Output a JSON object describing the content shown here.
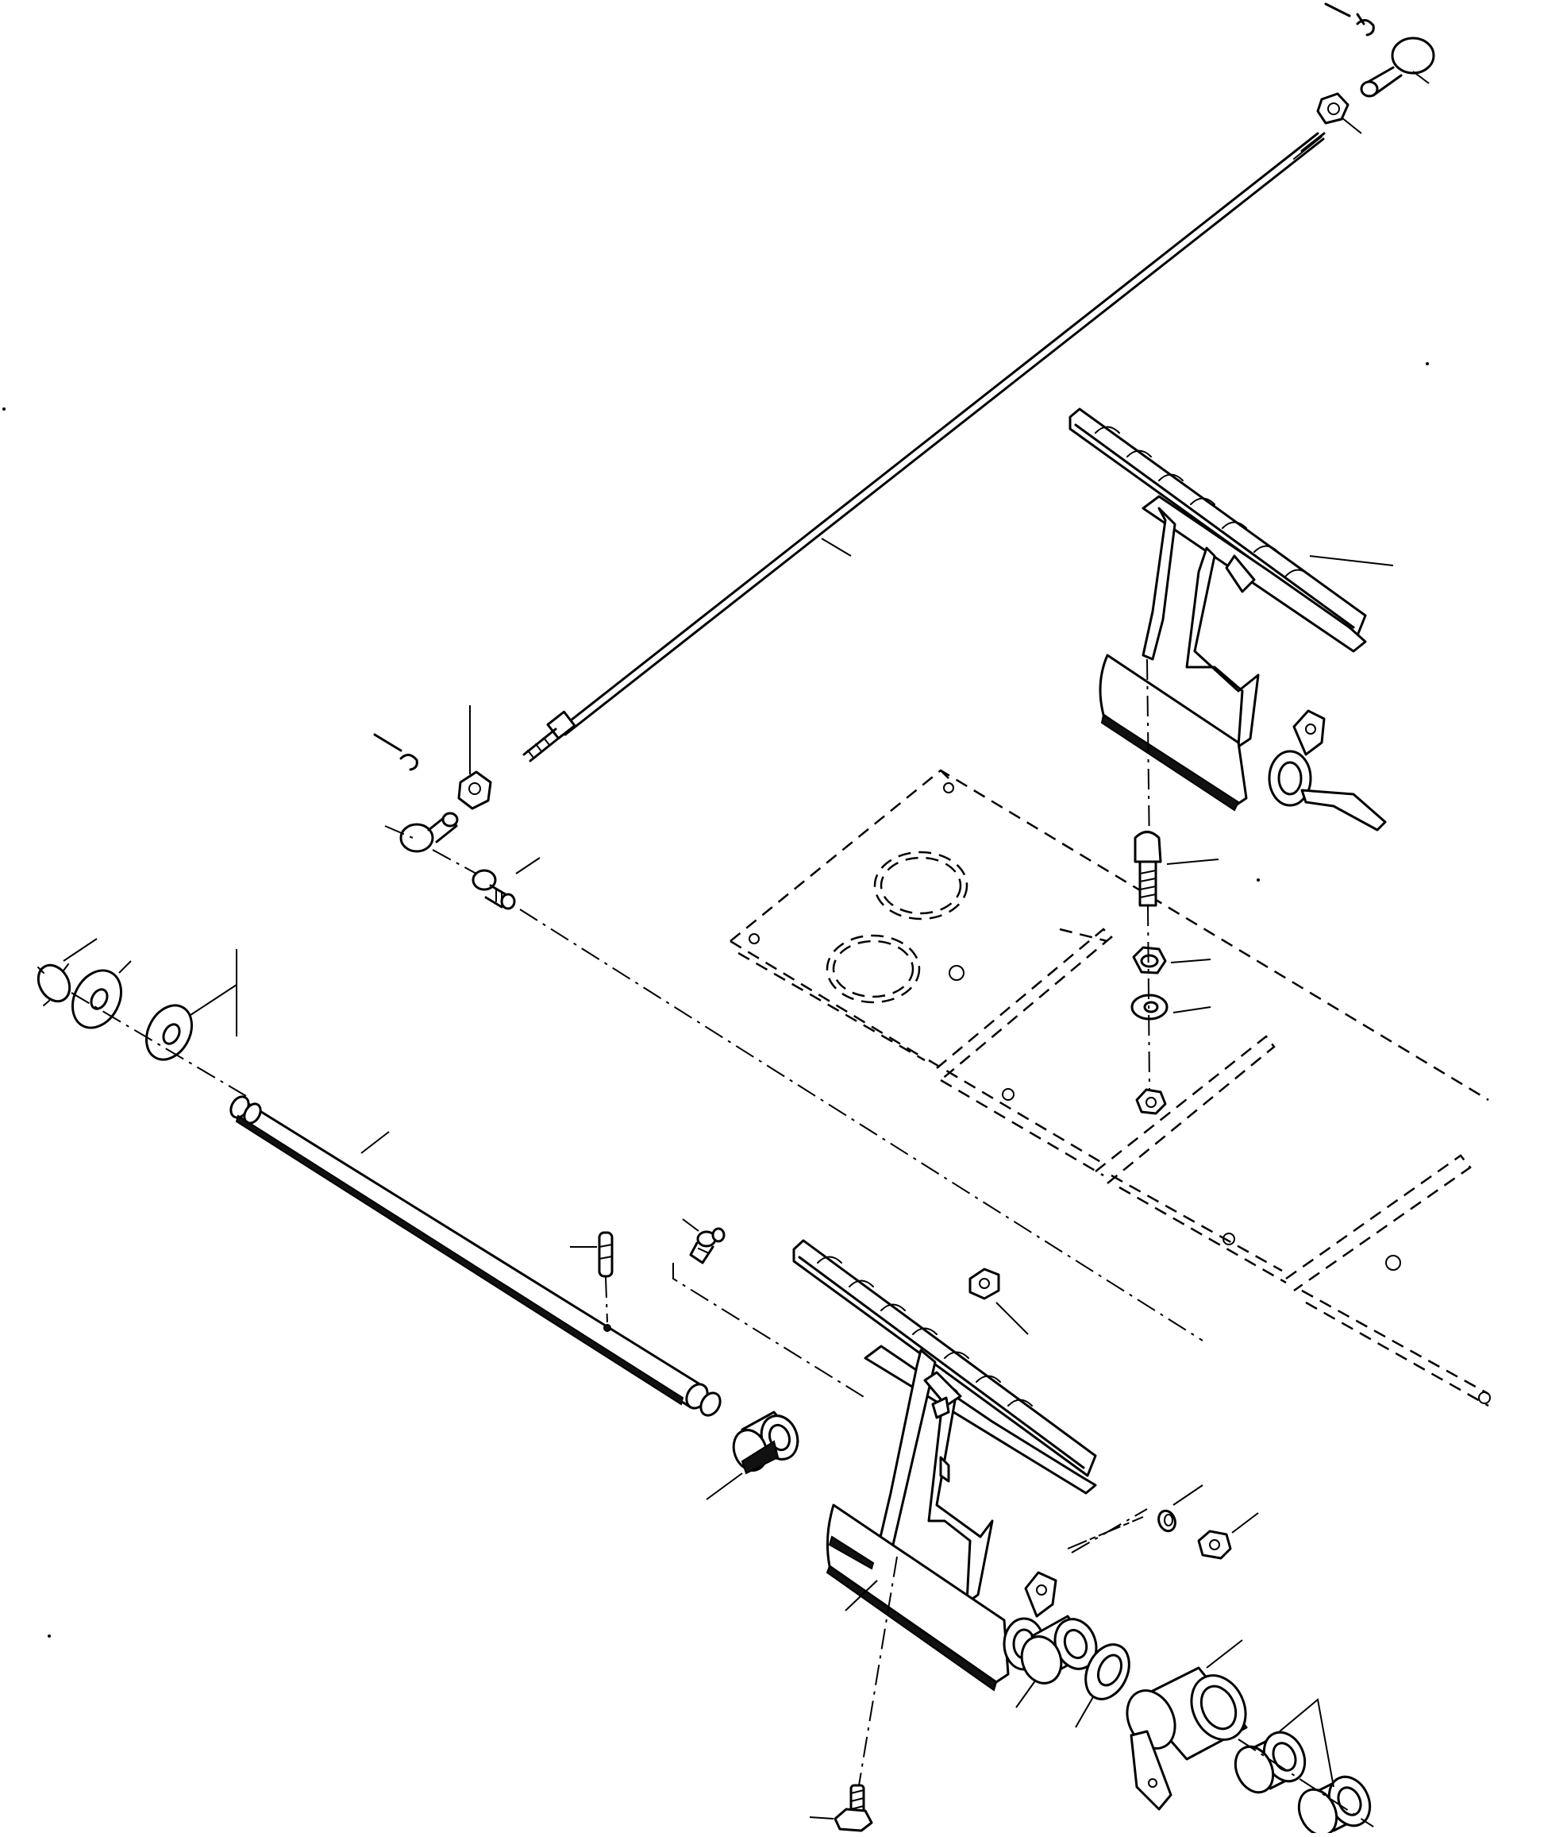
{
  "diagram": {
    "type": "exploded-parts-view",
    "parts": [
      "upper-rod-end-ball-joint",
      "upper-rod-nut",
      "linkage-rod",
      "lower-rod-nut",
      "lower-rod-end-ball-joint",
      "ball-stud",
      "upper-pedal",
      "pedal-bolt",
      "bolt-nut",
      "bolt-washer",
      "floor-plates",
      "cross-shaft",
      "retaining-clip",
      "flat-washer-large",
      "flat-washer-small",
      "roll-pin",
      "grease-fitting",
      "pin-nut",
      "bushing",
      "lower-pedal",
      "pedal-stop-bolt",
      "pivot-bushing",
      "spacer-washer",
      "pivot-bracket",
      "bracket-bushings",
      "clevis-clip",
      "clevis-nut"
    ]
  }
}
